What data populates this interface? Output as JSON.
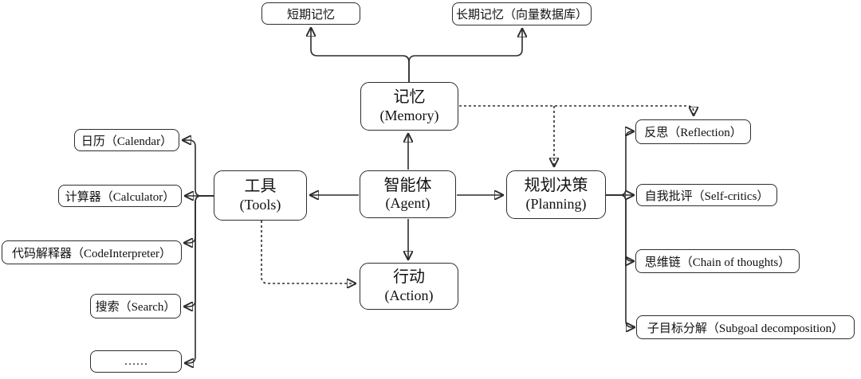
{
  "diagram": {
    "type": "flowchart",
    "language": "zh-CN",
    "colors": {
      "stroke": "#2d2d2d",
      "background": "#ffffff",
      "text": "#111111"
    },
    "nodes": {
      "agent": {
        "zh": "智能体",
        "en": "(Agent)"
      },
      "memory": {
        "zh": "记忆",
        "en": "(Memory)"
      },
      "tools": {
        "zh": "工具",
        "en": "(Tools)"
      },
      "planning": {
        "zh": "规划决策",
        "en": "(Planning)"
      },
      "action": {
        "zh": "行动",
        "en": "(Action)"
      },
      "short_term": {
        "label": "短期记忆"
      },
      "long_term": {
        "label": "长期记忆（向量数据库）"
      },
      "calendar": {
        "label": "日历（Calendar）"
      },
      "calculator": {
        "label": "计算器（Calculator）"
      },
      "code_interpreter": {
        "label": "代码解释器（CodeInterpreter）"
      },
      "search": {
        "label": "搜索（Search）"
      },
      "more_tools": {
        "label": "……"
      },
      "reflection": {
        "label": "反思（Reflection）"
      },
      "self_critics": {
        "label": "自我批评（Self-critics）"
      },
      "chain_of_thoughts": {
        "label": "思维链（Chain of thoughts）"
      },
      "subgoal": {
        "label": "子目标分解（Subgoal decomposition）"
      }
    },
    "edges": [
      {
        "from": "memory",
        "to": "short_term",
        "style": "solid",
        "arrow": "to"
      },
      {
        "from": "memory",
        "to": "long_term",
        "style": "solid",
        "arrow": "to"
      },
      {
        "from": "agent",
        "to": "memory",
        "style": "solid",
        "arrow": "to"
      },
      {
        "from": "agent",
        "to": "tools",
        "style": "solid",
        "arrow": "to"
      },
      {
        "from": "agent",
        "to": "planning",
        "style": "solid",
        "arrow": "to"
      },
      {
        "from": "agent",
        "to": "action",
        "style": "solid",
        "arrow": "to"
      },
      {
        "from": "tools",
        "to": "calendar",
        "style": "solid",
        "arrow": "to"
      },
      {
        "from": "tools",
        "to": "calculator",
        "style": "solid",
        "arrow": "to"
      },
      {
        "from": "tools",
        "to": "code_interpreter",
        "style": "solid",
        "arrow": "to"
      },
      {
        "from": "tools",
        "to": "search",
        "style": "solid",
        "arrow": "to"
      },
      {
        "from": "tools",
        "to": "more_tools",
        "style": "solid",
        "arrow": "to"
      },
      {
        "from": "planning",
        "to": "reflection",
        "style": "solid",
        "arrow": "to"
      },
      {
        "from": "planning",
        "to": "self_critics",
        "style": "solid",
        "arrow": "to"
      },
      {
        "from": "planning",
        "to": "chain_of_thoughts",
        "style": "solid",
        "arrow": "to"
      },
      {
        "from": "planning",
        "to": "subgoal",
        "style": "solid",
        "arrow": "to"
      },
      {
        "from": "memory",
        "to": "planning",
        "style": "dashed",
        "arrow": "to"
      },
      {
        "from": "memory",
        "to": "reflection",
        "style": "dashed",
        "arrow": "to"
      },
      {
        "from": "tools",
        "to": "action",
        "style": "dashed",
        "arrow": "to"
      }
    ]
  }
}
